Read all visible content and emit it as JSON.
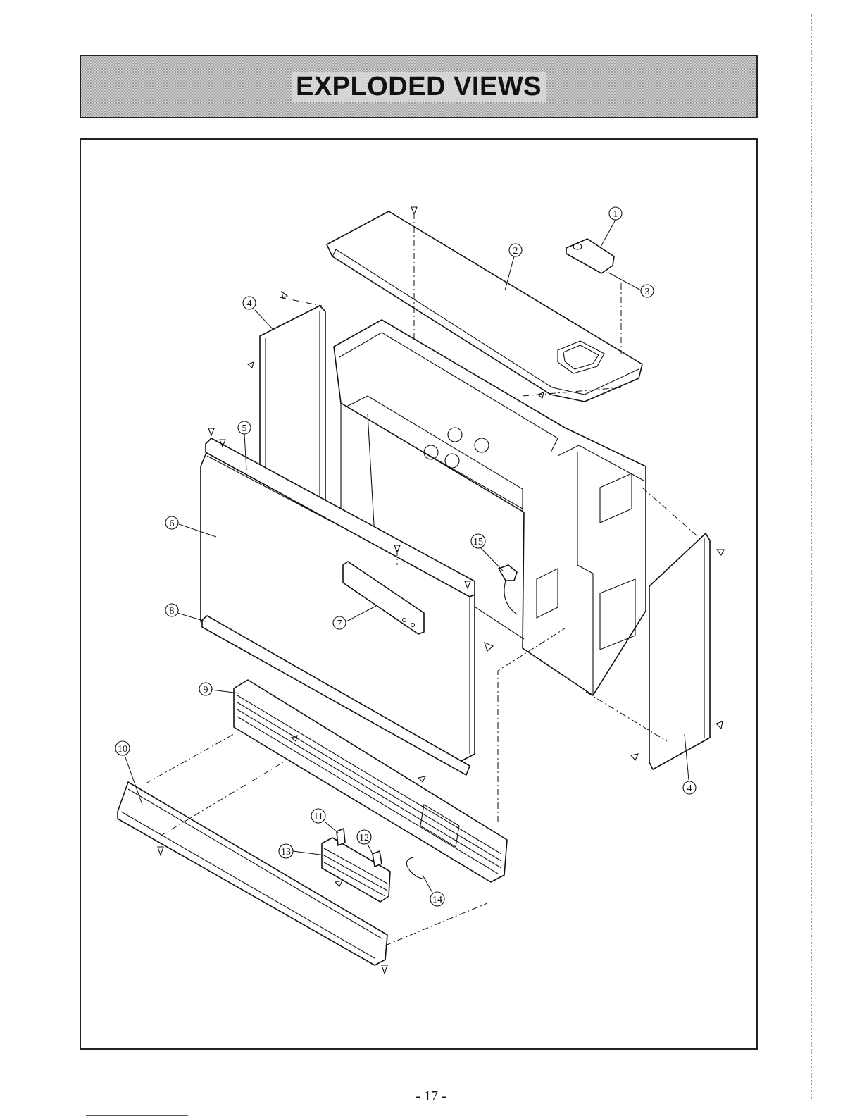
{
  "header": {
    "title": "EXPLODED VIEWS"
  },
  "diagram": {
    "callouts": [
      {
        "id": "c1",
        "label": "1"
      },
      {
        "id": "c2",
        "label": "2"
      },
      {
        "id": "c3",
        "label": "3"
      },
      {
        "id": "c4a",
        "label": "4"
      },
      {
        "id": "c4b",
        "label": "4"
      },
      {
        "id": "c5",
        "label": "5"
      },
      {
        "id": "c6",
        "label": "6"
      },
      {
        "id": "c7",
        "label": "7"
      },
      {
        "id": "c8",
        "label": "8"
      },
      {
        "id": "c9",
        "label": "9"
      },
      {
        "id": "c10",
        "label": "10"
      },
      {
        "id": "c11",
        "label": "11"
      },
      {
        "id": "c12",
        "label": "12"
      },
      {
        "id": "c13",
        "label": "13"
      },
      {
        "id": "c14",
        "label": "14"
      },
      {
        "id": "c15",
        "label": "15"
      }
    ]
  },
  "footer": {
    "page_number": "- 17 -"
  }
}
